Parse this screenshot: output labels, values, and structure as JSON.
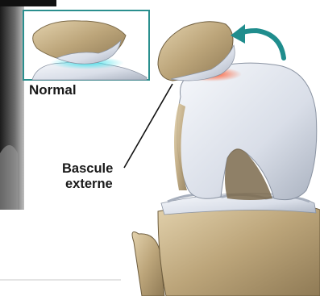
{
  "inset": {
    "label": "Normal",
    "frame_color": "#2a8f8e",
    "contact_color": "#3fd3e0"
  },
  "main": {
    "label_line1": "Bascule",
    "label_line2": "externe",
    "highlight_color": "#ff5a2a",
    "arrow_color": "#1f8d8d"
  },
  "colors": {
    "bone": "#c9b58f",
    "cartilage": "#e8ecf2",
    "xray_dark": "#2b2b2b"
  }
}
